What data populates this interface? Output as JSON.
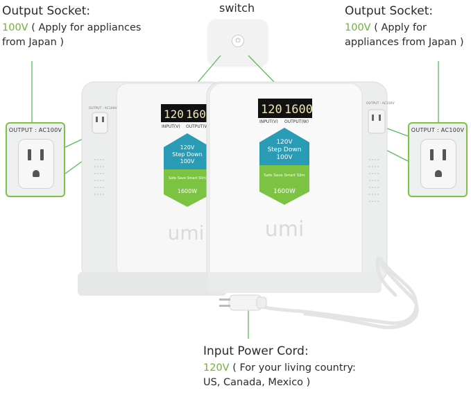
{
  "labels": {
    "output_left": {
      "heading": "Output Socket:",
      "voltage": "100V",
      "detail": " ( Apply for appliances from Japan )"
    },
    "output_right": {
      "heading": "Output Socket:",
      "voltage": "100V",
      "detail": " ( Apply for appliances from Japan )"
    },
    "switch": "switch",
    "input_cord": {
      "heading": "Input Power Cord:",
      "voltage": "120V",
      "detail_line1": " ( For your living country:",
      "detail_line2": "US, Canada, Mexico )"
    }
  },
  "panels": {
    "output_label": "OUTPUT : AC100V"
  },
  "device": {
    "display_input": "120",
    "display_output": "1600",
    "display_input_caption": "INPUT(V)",
    "display_output_caption": "OUTPUT(W)",
    "badge_line1": "120V",
    "badge_line2": "Step Down",
    "badge_line3": "100V",
    "tagline": "Safe Save Smart Slim",
    "wattage": "1600W",
    "brand": "umi",
    "side_label": "OUTPUT : AC100V"
  },
  "colors": {
    "accent_green": "#6fb33a",
    "panel_border": "#7cc243",
    "badge_blue": "#2a9bb5",
    "badge_green": "#7cc243",
    "display_bg": "#111111",
    "display_digits": "#f2e7b2"
  }
}
